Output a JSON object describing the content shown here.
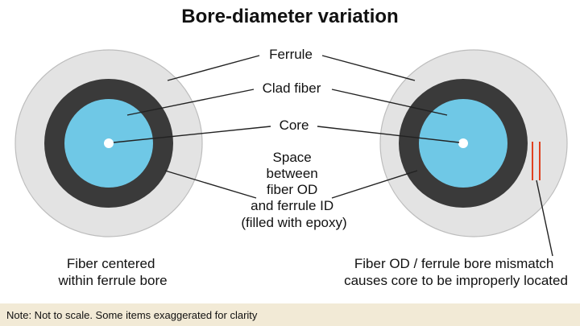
{
  "title": "Bore-diameter variation",
  "labels": {
    "ferrule": "Ferrule",
    "clad_fiber": "Clad fiber",
    "core": "Core",
    "space": [
      "Space",
      "between",
      "fiber OD",
      "and ferrule ID",
      "(filled with epoxy)"
    ]
  },
  "captions": {
    "left": [
      "Fiber centered",
      "within ferrule bore"
    ],
    "right": [
      "Fiber OD / ferrule bore mismatch",
      "causes core to be improperly located"
    ]
  },
  "note": "Note:  Not to scale. Some items exaggerated for clarity",
  "colors": {
    "ferrule": "#e3e3e3",
    "ferrule_outline": "#bdbdbd",
    "cladding": "#3a3a3a",
    "fiber": "#6fc8e6",
    "core": "#ffffff",
    "mismatch_marker": "#e0401e",
    "note_band": "#f2ead6"
  }
}
